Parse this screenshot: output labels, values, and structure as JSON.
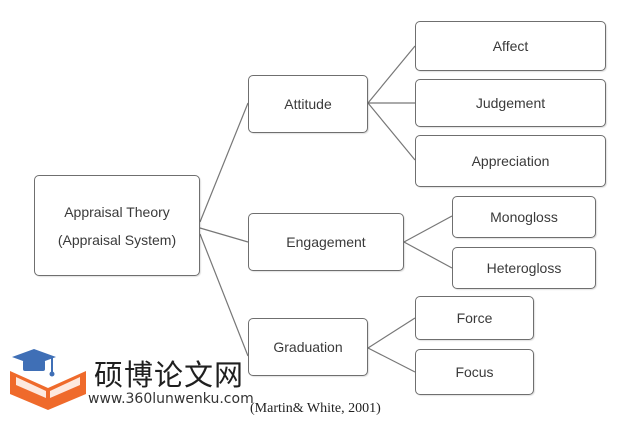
{
  "diagram": {
    "root": {
      "line1": "Appraisal Theory",
      "line2": "(Appraisal System)"
    },
    "level1": {
      "attitude": "Attitude",
      "engagement": "Engagement",
      "graduation": "Graduation"
    },
    "level2": {
      "affect": "Affect",
      "judgement": "Judgement",
      "appreciation": "Appreciation",
      "monogloss": "Monogloss",
      "heterogloss": "Heterogloss",
      "force": "Force",
      "focus": "Focus"
    },
    "caption": "(Martin& White, 2001)"
  },
  "watermark": {
    "name": "硕博论文网",
    "url": "www.360lunwenku.com",
    "colors": {
      "orange": "#ef6a2b",
      "blue": "#3f6fb6"
    }
  }
}
